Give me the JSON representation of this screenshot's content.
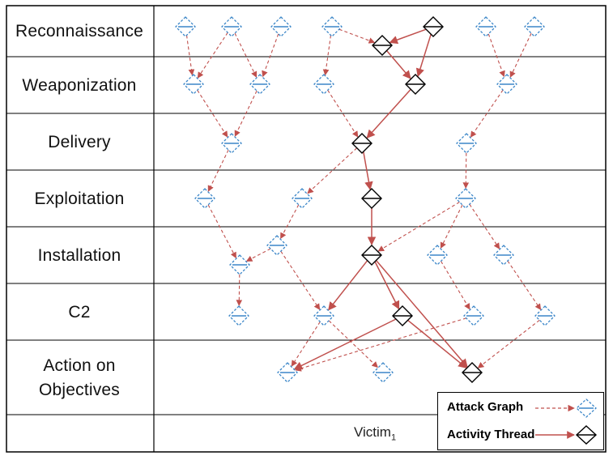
{
  "phases": [
    {
      "name": "Reconnaissance"
    },
    {
      "name": "Weaponization"
    },
    {
      "name": "Delivery"
    },
    {
      "name": "Exploitation"
    },
    {
      "name": "Installation"
    },
    {
      "name": "C2"
    },
    {
      "name": "Action on Objectives"
    }
  ],
  "victim": {
    "label": "Victim",
    "subscript": "1"
  },
  "legend": {
    "attack_graph": "Attack Graph",
    "activity_thread": "Activity Thread"
  },
  "colors": {
    "attack_graph": "#3b86c8",
    "attack_edge": "#c0504d",
    "activity_thread": "#000000",
    "thread_edge": "#c0504d",
    "grid": "#000000"
  }
}
